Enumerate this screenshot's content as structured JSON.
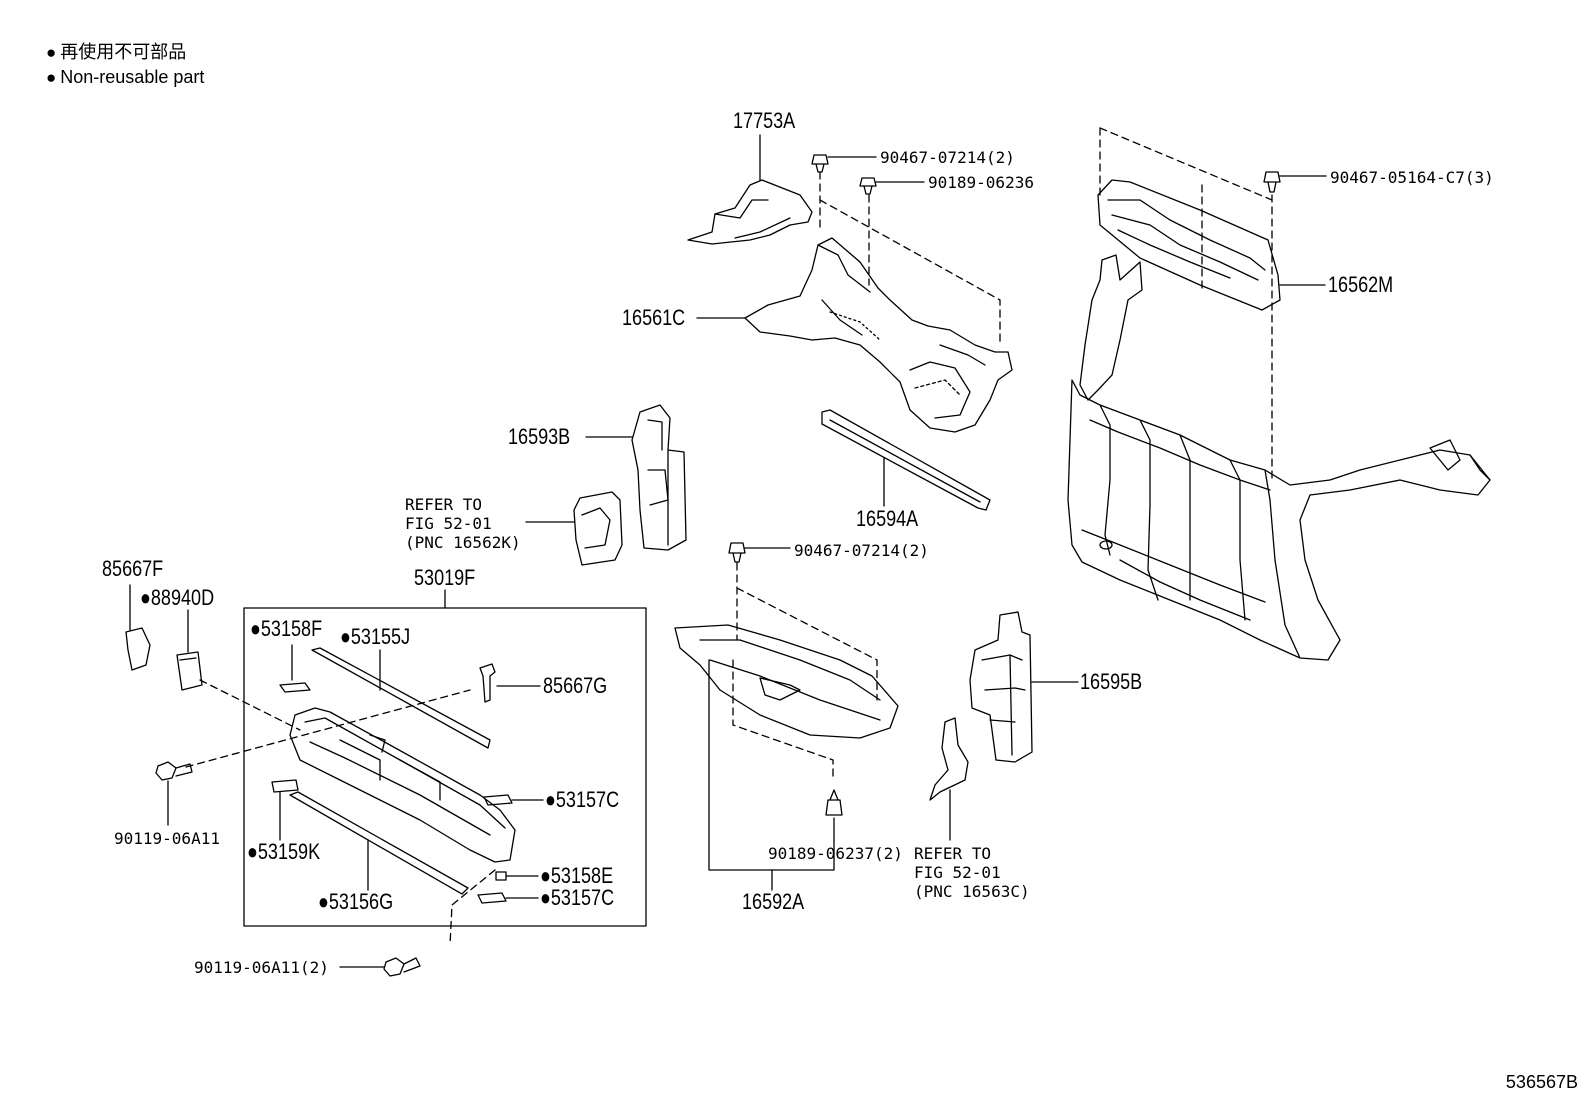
{
  "legend": {
    "line_cn": "再使用不可部品",
    "line_en": "Non-reusable part"
  },
  "labels": {
    "p17753A": "17753A",
    "p90467_07214_top": "90467-07214(2)",
    "p90189_06236": "90189-06236",
    "p90467_05164": "90467-05164-C7(3)",
    "p16562M": "16562M",
    "p16561C": "16561C",
    "p16593B": "16593B",
    "p16594A": "16594A",
    "p90467_07214_mid": "90467-07214(2)",
    "p85667F": "85667F",
    "p88940D": "88940D",
    "p53019F": "53019F",
    "p53158F": "53158F",
    "p53155J": "53155J",
    "p85667G": "85667G",
    "p53157C_a": "53157C",
    "p90119_06A11": "90119-06A11",
    "p53159K": "53159K",
    "p53158E": "53158E",
    "p53157C_b": "53157C",
    "p53156G": "53156G",
    "p90119_06A11_2": "90119-06A11(2)",
    "p90189_06237": "90189-06237(2)",
    "p16592A": "16592A",
    "p16595B": "16595B"
  },
  "refer_a": {
    "l1": "REFER TO",
    "l2": "FIG 52-01",
    "l3": "(PNC 16562K)"
  },
  "refer_b": {
    "l1": "REFER TO",
    "l2": "FIG 52-01",
    "l3": "(PNC 16563C)"
  },
  "diagram_id": "536567B"
}
